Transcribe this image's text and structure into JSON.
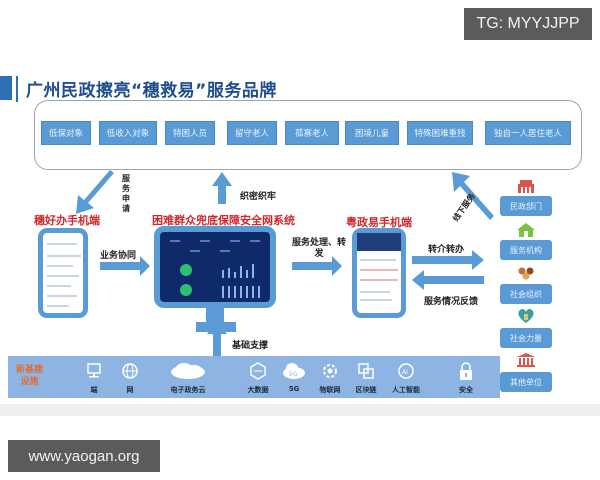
{
  "watermarks": {
    "top_right": "TG: MYYJJPP",
    "bottom_left": "www.yaogan.org"
  },
  "title": "广州民政擦亮“穗救易”服务品牌",
  "target_groups": [
    "低保对象",
    "低收入对象",
    "特困人员",
    "留守老人",
    "孤寡老人",
    "困境儿童",
    "特殊困难重残",
    "独自一人居住老人"
  ],
  "nodes": {
    "left_phone_label": "穗好办手机端",
    "center_system_label": "困难群众兜底保障安全网系统",
    "right_phone_label": "粤政易手机端"
  },
  "arrow_labels": {
    "service_apply": "服务申请",
    "weave_net": "织密织牢",
    "business_collab": "业务协同",
    "service_process": "服务处理、转发",
    "referral": "转介转办",
    "feedback": "服务情况反馈",
    "offline_service": "线下服务",
    "base_support": "基础支撑"
  },
  "organizations": [
    {
      "label": "民政部门",
      "icon": "government-building-icon",
      "color": "#d9534f"
    },
    {
      "label": "服务机构",
      "icon": "home-icon",
      "color": "#7cc242"
    },
    {
      "label": "社会组织",
      "icon": "group-icon",
      "color": "#c0703a"
    },
    {
      "label": "社会力量",
      "icon": "heart-hands-icon",
      "color": "#3aa0a0"
    },
    {
      "label": "其他单位",
      "icon": "institution-icon",
      "color": "#d9534f"
    }
  ],
  "infrastructure": {
    "title_line1": "新基建",
    "title_line2": "设施",
    "items": [
      {
        "label": "端",
        "icon": "computer-icon"
      },
      {
        "label": "网",
        "icon": "globe-icon"
      },
      {
        "label": "电子政务云",
        "icon": "cloud-icon"
      },
      {
        "label": "大数据",
        "icon": "big-data-icon"
      },
      {
        "label": "5G",
        "icon": "5g-cloud-icon",
        "glyph": "5G"
      },
      {
        "label": "物联网",
        "icon": "iot-icon"
      },
      {
        "label": "区块链",
        "icon": "blockchain-icon"
      },
      {
        "label": "人工智能",
        "icon": "ai-head-icon",
        "glyph": "AI"
      },
      {
        "label": "安全",
        "icon": "lock-icon"
      }
    ]
  },
  "colors": {
    "accent_blue": "#5b9bd5",
    "title_blue": "#1f4e8c",
    "label_red": "#d0282d",
    "infra_bg": "#8db4e2",
    "infra_title": "#e06f3c",
    "screen_dark": "#0f2a6a"
  }
}
